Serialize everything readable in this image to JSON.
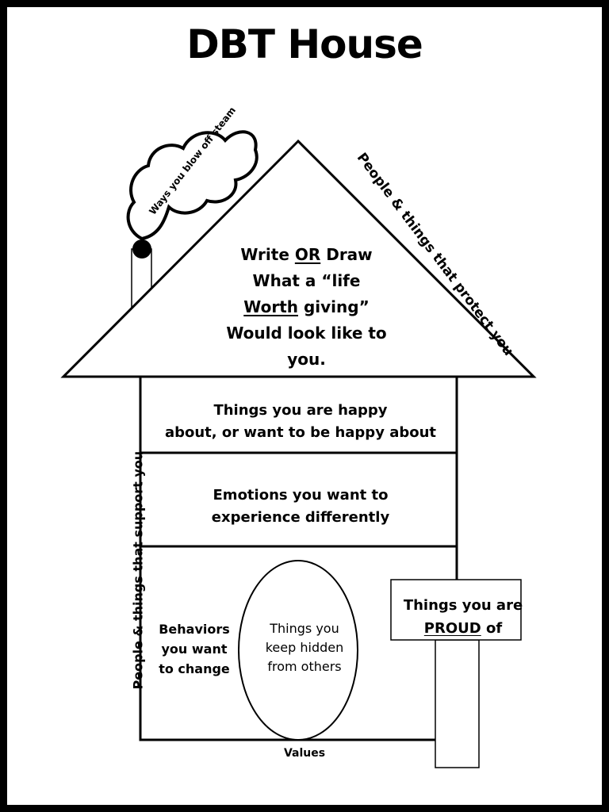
{
  "title": "DBT House",
  "roof": {
    "line1_a": "Write ",
    "line1_or": "OR",
    "line1_b": " Draw",
    "line2": "What a “life",
    "line3_worth": "Worth",
    "line3_rest": " giving”",
    "line4": "Would look like to",
    "line5": "you."
  },
  "chimney_cloud_text": "Ways you blow off steam",
  "roof_side_text": "People & things that protect you",
  "wall_side_text": "People & things that support you",
  "band1": {
    "line1": "Things you are happy",
    "line2": "about, or want to be happy about"
  },
  "band2": {
    "line1": "Emotions you want to",
    "line2": "experience differently"
  },
  "behaviors": {
    "line1": "Behaviors",
    "line2": "you want",
    "line3": "to change"
  },
  "hidden": {
    "line1": "Things you",
    "line2": "keep hidden",
    "line3": "from others"
  },
  "foundation_text": "Values",
  "sign": {
    "line1": "Things you are",
    "line2_proud": "PROUD",
    "line2_rest": " of"
  }
}
